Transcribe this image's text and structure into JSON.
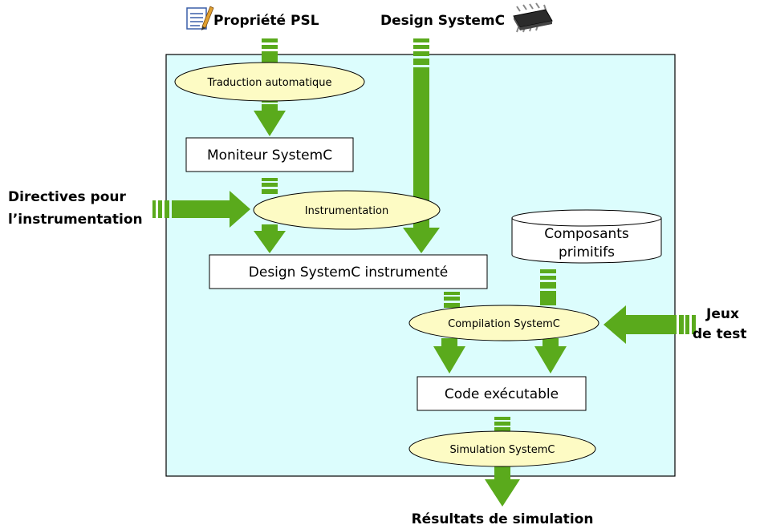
{
  "inputs": {
    "psl_property": "Propriété PSL",
    "systemc_design": "Design SystemC",
    "directives": [
      "Directives pour",
      "l’instrumentation"
    ],
    "test_sets": [
      "Jeux",
      "de test"
    ]
  },
  "processes": {
    "translation": "Traduction automatique",
    "instrumentation": "Instrumentation",
    "compilation": "Compilation SystemC",
    "simulation": "Simulation SystemC"
  },
  "artifacts": {
    "monitor": "Moniteur SystemC",
    "instrumented_design": "Design SystemC instrumenté",
    "primitive_components": [
      "Composants",
      "primitifs"
    ],
    "executable": "Code exécutable"
  },
  "output": {
    "results": "Résultats de simulation"
  },
  "colors": {
    "panel_fill": "#dcfdfd",
    "ellipse_fill": "#fdfbc4",
    "arrow": "#5aaa1c"
  },
  "icons": [
    "pencil-document-icon",
    "chip-icon"
  ]
}
